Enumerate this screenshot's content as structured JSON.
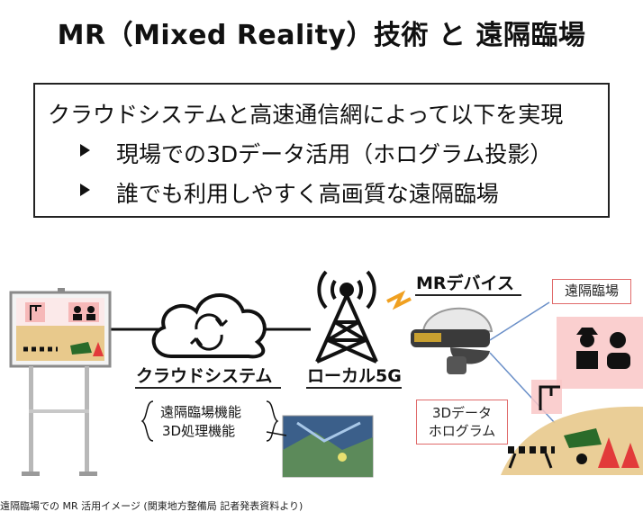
{
  "title": "MR（Mixed Reality）技術 と 遠隔臨場",
  "summary": {
    "lead": "クラウドシステムと高速通信網によって以下を実現",
    "bullets": [
      "現場での3Dデータ活用（ホログラム投影）",
      "誰でも利用しやすく高画質な遠隔臨場"
    ]
  },
  "diagram": {
    "cloud_label": "クラウドシステム",
    "cloud_functions": [
      "遠隔臨場機能",
      "3D処理機能"
    ],
    "tower_label": "ローカル5G",
    "device_label": "MRデバイス",
    "remote_callout": "遠隔臨場",
    "hologram_callout": [
      "3Dデータ",
      "ホログラム"
    ]
  },
  "caption": "遠隔臨場での MR 活用イメージ (関東地方整備局 記者発表資料より)",
  "colors": {
    "accent_pink": "#e06a6a",
    "remote_bg": "#f9c7c7",
    "ground_sand": "#e8c98c",
    "line": "#111111"
  }
}
